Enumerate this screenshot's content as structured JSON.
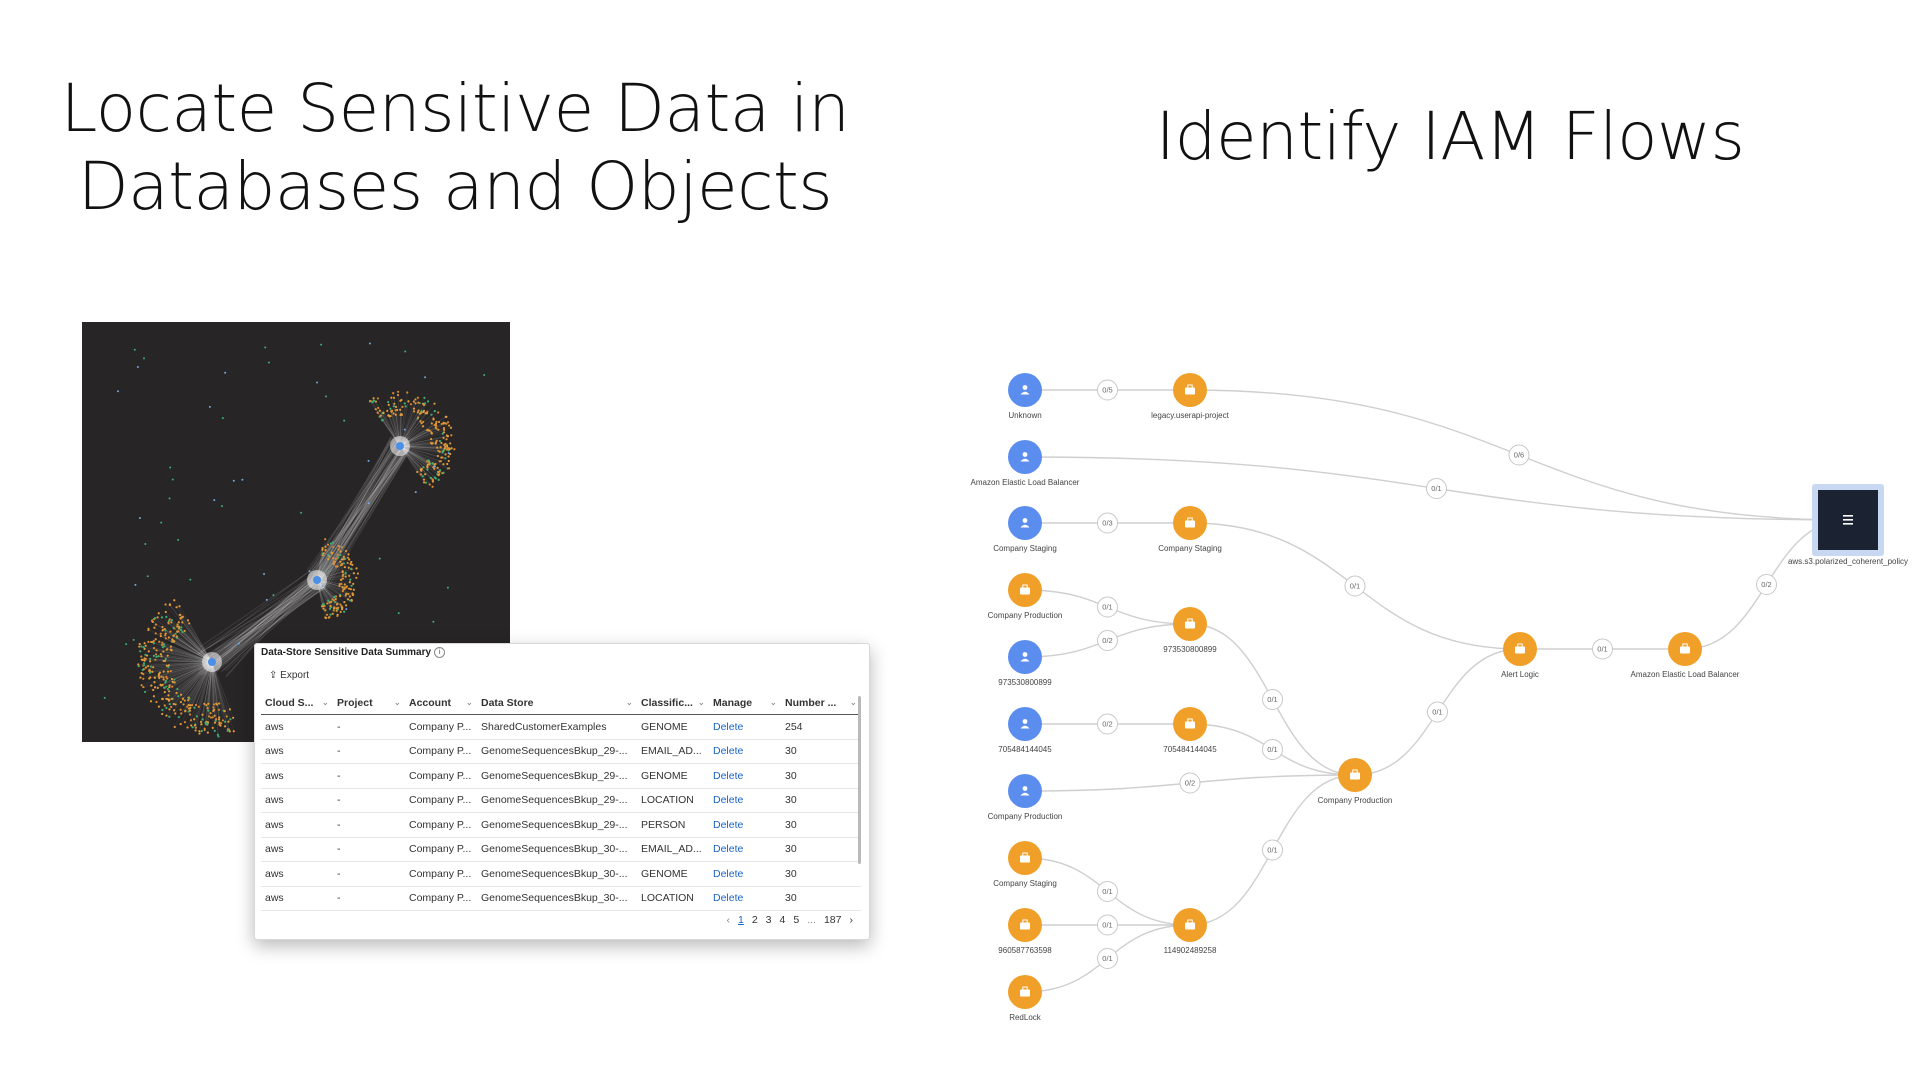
{
  "headings": {
    "left_line1": "Locate Sensitive Data in",
    "left_line2": "Databases and Objects",
    "right": "Identify IAM Flows"
  },
  "table_card": {
    "title": "Data-Store Sensitive Data Summary",
    "info_icon": "info-icon",
    "export_label": "Export",
    "export_icon": "share-icon",
    "columns": [
      "Cloud S...",
      "Project",
      "Account",
      "Data Store",
      "Classific...",
      "Manage",
      "Number ..."
    ],
    "rows": [
      [
        "aws",
        "-",
        "Company P...",
        "SharedCustomerExamples",
        "GENOME",
        "Delete",
        "254"
      ],
      [
        "aws",
        "-",
        "Company P...",
        "GenomeSequencesBkup_29-...",
        "EMAIL_AD...",
        "Delete",
        "30"
      ],
      [
        "aws",
        "-",
        "Company P...",
        "GenomeSequencesBkup_29-...",
        "GENOME",
        "Delete",
        "30"
      ],
      [
        "aws",
        "-",
        "Company P...",
        "GenomeSequencesBkup_29-...",
        "LOCATION",
        "Delete",
        "30"
      ],
      [
        "aws",
        "-",
        "Company P...",
        "GenomeSequencesBkup_29-...",
        "PERSON",
        "Delete",
        "30"
      ],
      [
        "aws",
        "-",
        "Company P...",
        "GenomeSequencesBkup_30-...",
        "EMAIL_AD...",
        "Delete",
        "30"
      ],
      [
        "aws",
        "-",
        "Company P...",
        "GenomeSequencesBkup_30-...",
        "GENOME",
        "Delete",
        "30"
      ],
      [
        "aws",
        "-",
        "Company P...",
        "GenomeSequencesBkup_30-...",
        "LOCATION",
        "Delete",
        "30"
      ]
    ],
    "pager": {
      "prev": "‹",
      "pages": [
        "1",
        "2",
        "3",
        "4",
        "5"
      ],
      "active_page": "1",
      "ellipsis": "...",
      "last": "187",
      "next": "›"
    }
  },
  "iam_graph": {
    "colors": {
      "person": "#5b8def",
      "resource": "#f0a028",
      "policy": "#1b2333",
      "edge": "#cfcfcf"
    },
    "icons": {
      "person": "user-icon",
      "resource": "briefcase-icon",
      "policy": "document-icon"
    },
    "nodes": [
      {
        "id": "n1",
        "type": "person",
        "label": "Unknown"
      },
      {
        "id": "n2",
        "type": "resource",
        "label": "legacy.userapi-project"
      },
      {
        "id": "n3",
        "type": "person",
        "label": "Amazon Elastic Load Balancer"
      },
      {
        "id": "n4",
        "type": "person",
        "label": "Company Staging"
      },
      {
        "id": "n5",
        "type": "resource",
        "label": "Company Staging"
      },
      {
        "id": "n6",
        "type": "resource",
        "label": "Company Production"
      },
      {
        "id": "n7",
        "type": "resource",
        "label": "973530800899"
      },
      {
        "id": "n8",
        "type": "person",
        "label": "973530800899"
      },
      {
        "id": "n9",
        "type": "person",
        "label": "705484144045"
      },
      {
        "id": "n10",
        "type": "resource",
        "label": "705484144045"
      },
      {
        "id": "n11",
        "type": "person",
        "label": "Company Production"
      },
      {
        "id": "n12",
        "type": "resource",
        "label": "Company Production"
      },
      {
        "id": "n13",
        "type": "resource",
        "label": "Company Staging"
      },
      {
        "id": "n14",
        "type": "resource",
        "label": "960587763598"
      },
      {
        "id": "n15",
        "type": "resource",
        "label": "114902489258"
      },
      {
        "id": "n16",
        "type": "resource",
        "label": "RedLock"
      },
      {
        "id": "n17",
        "type": "resource",
        "label": "Alert Logic"
      },
      {
        "id": "n18",
        "type": "resource",
        "label": "Amazon Elastic Load Balancer"
      },
      {
        "id": "n19",
        "type": "policy",
        "label": "aws.s3.polarized_coherent_policy"
      }
    ],
    "edges": [
      {
        "from": "n1",
        "to": "n2",
        "label": "0/5"
      },
      {
        "from": "n2",
        "to": "n19",
        "label": "0/6"
      },
      {
        "from": "n3",
        "to": "n19",
        "label": "0/1"
      },
      {
        "from": "n4",
        "to": "n5",
        "label": "0/3"
      },
      {
        "from": "n5",
        "to": "n17",
        "label": "0/1"
      },
      {
        "from": "n6",
        "to": "n7",
        "label": "0/1"
      },
      {
        "from": "n8",
        "to": "n7",
        "label": "0/2"
      },
      {
        "from": "n7",
        "to": "n12",
        "label": "0/1"
      },
      {
        "from": "n9",
        "to": "n10",
        "label": "0/2"
      },
      {
        "from": "n10",
        "to": "n12",
        "label": "0/1"
      },
      {
        "from": "n11",
        "to": "n12",
        "label": "0/2"
      },
      {
        "from": "n12",
        "to": "n17",
        "label": "0/1"
      },
      {
        "from": "n13",
        "to": "n15",
        "label": "0/1"
      },
      {
        "from": "n14",
        "to": "n15",
        "label": "0/1"
      },
      {
        "from": "n16",
        "to": "n15",
        "label": "0/1"
      },
      {
        "from": "n15",
        "to": "n12",
        "label": "0/1"
      },
      {
        "from": "n17",
        "to": "n18",
        "label": "0/1"
      },
      {
        "from": "n18",
        "to": "n19",
        "label": "0/2"
      }
    ]
  }
}
